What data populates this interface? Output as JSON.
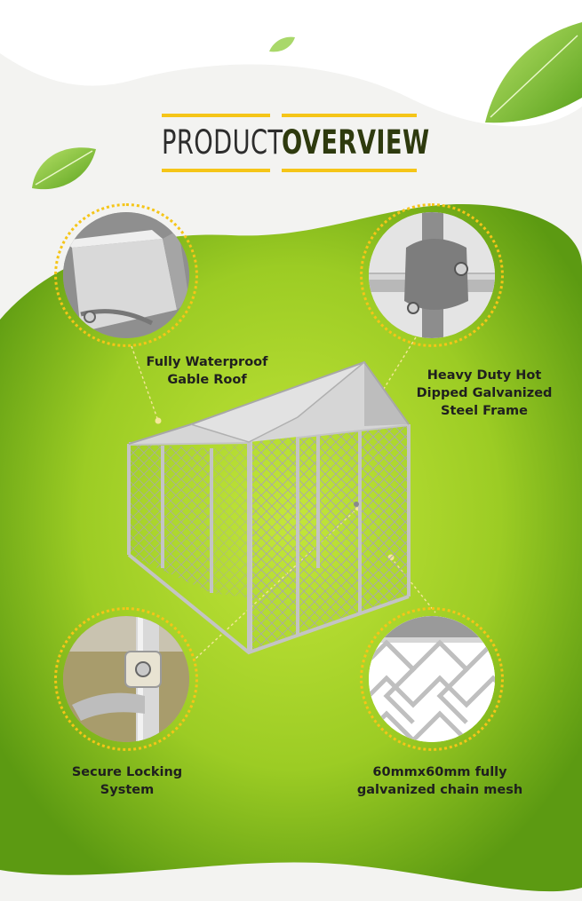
{
  "header": {
    "title_part1": "PRODUCT",
    "title_part2": "OVERVIEW"
  },
  "features": [
    {
      "label_lines": [
        "Fully Waterproof",
        "Gable Roof"
      ],
      "image": "roof-corner-detail"
    },
    {
      "label_lines": [
        "Heavy Duty Hot",
        "Dipped Galvanized",
        "Steel Frame"
      ],
      "image": "frame-joint-detail"
    },
    {
      "label_lines": [
        "Secure Locking",
        "System"
      ],
      "image": "latch-detail"
    },
    {
      "label_lines": [
        "60mmx60mm fully",
        "galvanized chain mesh"
      ],
      "image": "chain-mesh-detail"
    }
  ],
  "colors": {
    "accent_yellow": "#f5c518",
    "green_light": "#b6dd2c",
    "green_dark": "#5c9a12",
    "title_dark": "#2e3a0e",
    "background": "#f3f3f1"
  },
  "product_image": "dog-kennel-with-gable-roof"
}
